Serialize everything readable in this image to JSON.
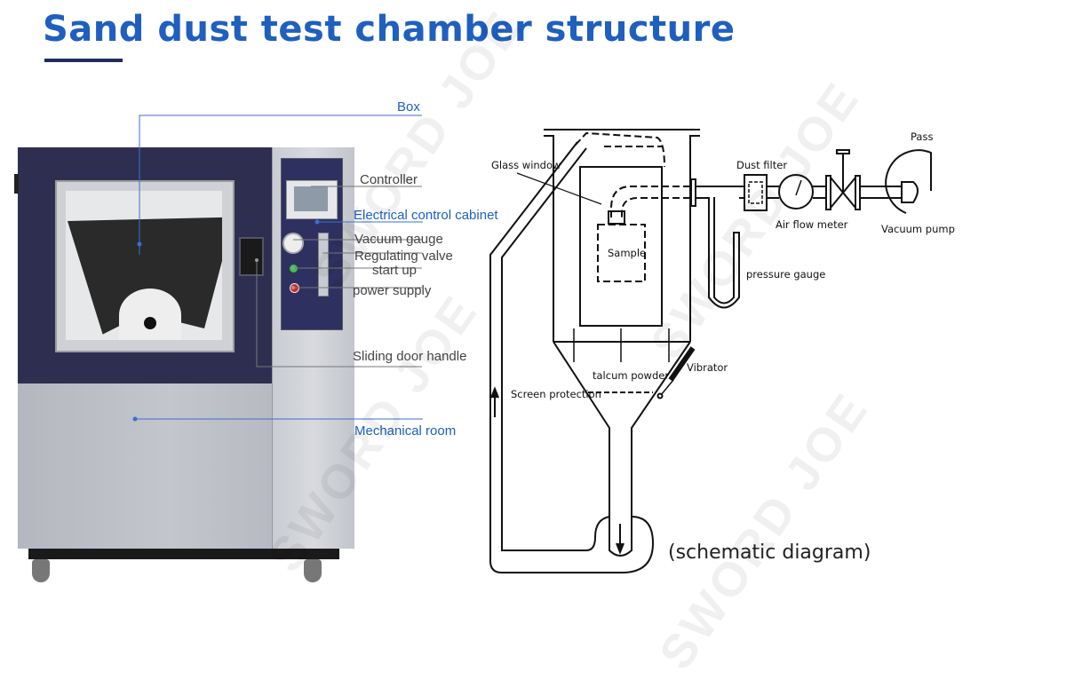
{
  "title": "Sand dust test chamber structure",
  "watermark": "SWORD JOE",
  "colors": {
    "accent": "#1f5fbf",
    "navy": "#2e2f50",
    "panel_gray": "#b9bcc4"
  },
  "machine_labels": {
    "box": "Box",
    "controller": "Controller",
    "electrical_control_cabinet": "Electrical control cabinet",
    "vacuum_gauge": "Vacuum gauge",
    "regulating_valve": "Regulating valve",
    "start_up": "start up",
    "power_supply": "power supply",
    "sliding_door_handle": "Sliding door handle",
    "mechanical_room": "Mechanical room"
  },
  "schematic": {
    "glass_window": "Glass window",
    "dust_filter": "Dust filter",
    "pass": "Pass",
    "air_flow_meter": "Air flow meter",
    "vacuum_pump": "Vacuum pump",
    "sample": "Sample",
    "pressure_gauge": "pressure gauge",
    "vibrator": "Vibrator",
    "talcum_powder": "talcum powder",
    "screen_protection": "Screen protection",
    "caption": "(schematic diagram)"
  }
}
